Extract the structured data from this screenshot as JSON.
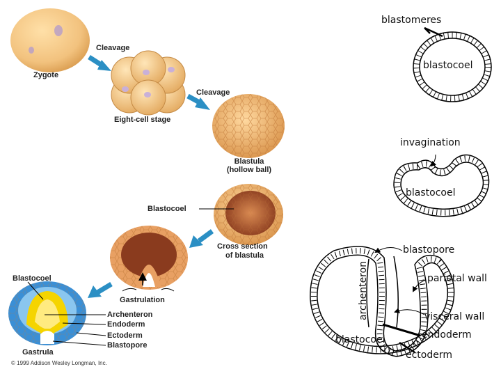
{
  "left_panel": {
    "zygote": "Zygote",
    "cleavage_1": "Cleavage",
    "cleavage_2": "Cleavage",
    "eight_cell": "Eight-cell stage",
    "blastula_line1": "Blastula",
    "blastula_line2": "(hollow ball)",
    "blastocoel": "Blastocoel",
    "cross_section_line1": "Cross section",
    "cross_section_line2": "of blastula",
    "gastrulation": "Gastrulation",
    "gastrula_blastocoel": "Blastocoel",
    "archenteron": "Archenteron",
    "endoderm": "Endoderm",
    "ectoderm": "Ectoderm",
    "blastopore": "Blastopore",
    "gastrula": "Gastrula",
    "copyright": "© 1999 Addison Wesley Longman, Inc."
  },
  "right_panel": {
    "blastomeres": "blastomeres",
    "blastocoel_1": "blastocoel",
    "invagination": "invagination",
    "blastocoel_2": "blastocoel",
    "blastopore": "blastopore",
    "archenteron": "archenteron",
    "parietal_wall": "parietal wall",
    "visceral_wall": "visceral wall",
    "blastocoel_3": "blastocoel",
    "endoderm": "endoderm",
    "ectoderm": "ectoderm"
  },
  "colors": {
    "egg": "#f2c27e",
    "egg_dark": "#d99b4e",
    "blastula_inner": "#a0522d",
    "arrow": "#2b8fc4",
    "ectoderm": "#3a8fd6",
    "ectoderm_light": "#8ac6ef",
    "endoderm": "#f5d400"
  }
}
